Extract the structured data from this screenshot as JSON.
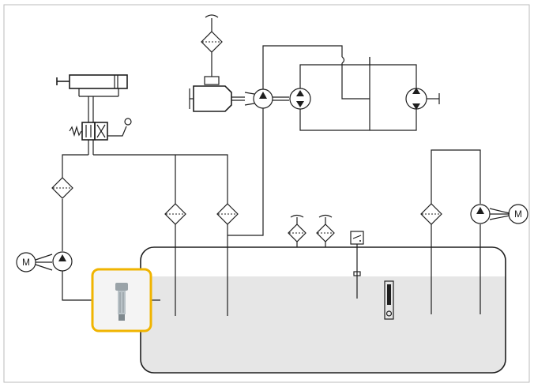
{
  "colors": {
    "line": "#1e1e1e",
    "tank_fill": "#e6e6e6",
    "highlight": "#f0b400",
    "frame": "#bbbbbb"
  },
  "motors": {
    "left_label": "M",
    "right_label": "M"
  },
  "components": [
    "hydraulic-cylinder",
    "directional-valve",
    "return-line-filter",
    "pressure-filter",
    "breather-filter",
    "pump",
    "hydraulic-motor",
    "electric-motor",
    "level-gauge",
    "level-switch",
    "suction-strainer",
    "reservoir",
    "combustion-engine"
  ]
}
